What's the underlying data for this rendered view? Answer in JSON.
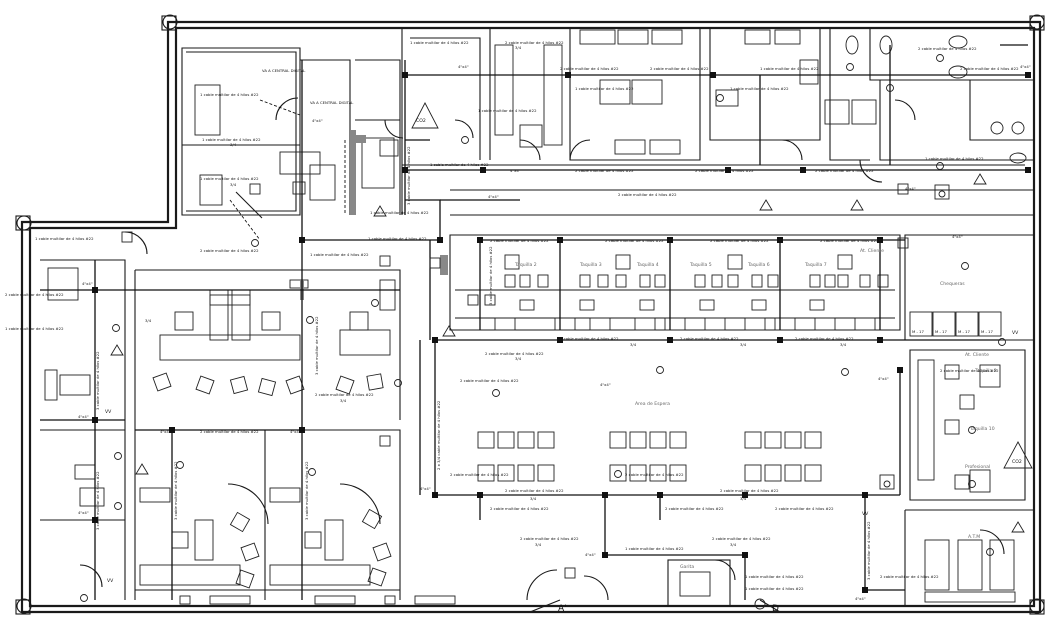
{
  "drawing": {
    "cable_label": "2 cable multilar de 4 hilos #22",
    "cable_label_alt": "1 cable multilar de 4 hilos #22",
    "size_label": "4\"x4\"",
    "conduit_label": "3/4",
    "vertical_cable": "3 cable multilar de 4 hilos #22",
    "vertical_cable_alt": "2 x 3/4 cable multilar de 4 hilos #22",
    "vv_label": "VV"
  },
  "rooms": {
    "taquilla_2": "Taquilla 2",
    "taquilla_3": "Taquilla 3",
    "taquilla_4": "Taquilla 4",
    "taquilla_5": "Taquilla 5",
    "taquilla_6": "Taquilla 6",
    "taquilla_7": "Taquilla 7",
    "at_cliente_top": "At. Cliente",
    "chequeras": "Chequeras",
    "at_cliente_right": "At. Cliente",
    "taquilla_9": "Taquilla 9",
    "taquilla_10": "Taquilla 10",
    "profesional": "Profesional",
    "area_espera": "Area de Espera",
    "atm": "A.T.M",
    "garita": "Garita"
  },
  "markers": {
    "co2_a": "CO2",
    "co2_b": "CO2",
    "section_a": "A'",
    "section_d": "D",
    "va_central_1": "VA A CENTRAL DIGITAL",
    "va_central_2": "VA A CENTRAL DIGITAL",
    "m17": "M - 17"
  },
  "icons": [
    "outlet-icon",
    "telephone-outlet-icon",
    "data-outlet-icon",
    "wheelchair-icon",
    "fire-extinguisher-icon",
    "section-arrow-icon",
    "door-swing-icon"
  ]
}
